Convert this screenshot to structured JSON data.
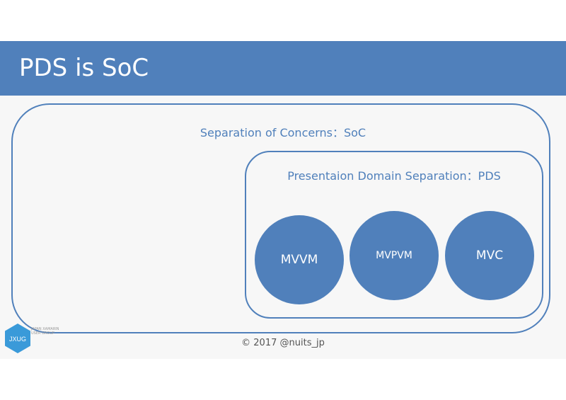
{
  "slide": {
    "title": "PDS is SoC",
    "outer_label": "Separation of Concerns：SoC",
    "inner_label": "Presentaion Domain Separation：PDS",
    "circles": [
      {
        "label": "MVVM"
      },
      {
        "label": "MVPVM"
      },
      {
        "label": "MVC"
      }
    ],
    "logo": {
      "text": "JXUG",
      "side_text": "JAPAN XAMARIN USER GROUP"
    },
    "copyright": "© 2017 @nuits_jp"
  },
  "colors": {
    "accent": "#5080bb",
    "slide_background": "#f7f7f7",
    "page_background": "#ffffff",
    "logo_hex": "#3a9ad9"
  }
}
